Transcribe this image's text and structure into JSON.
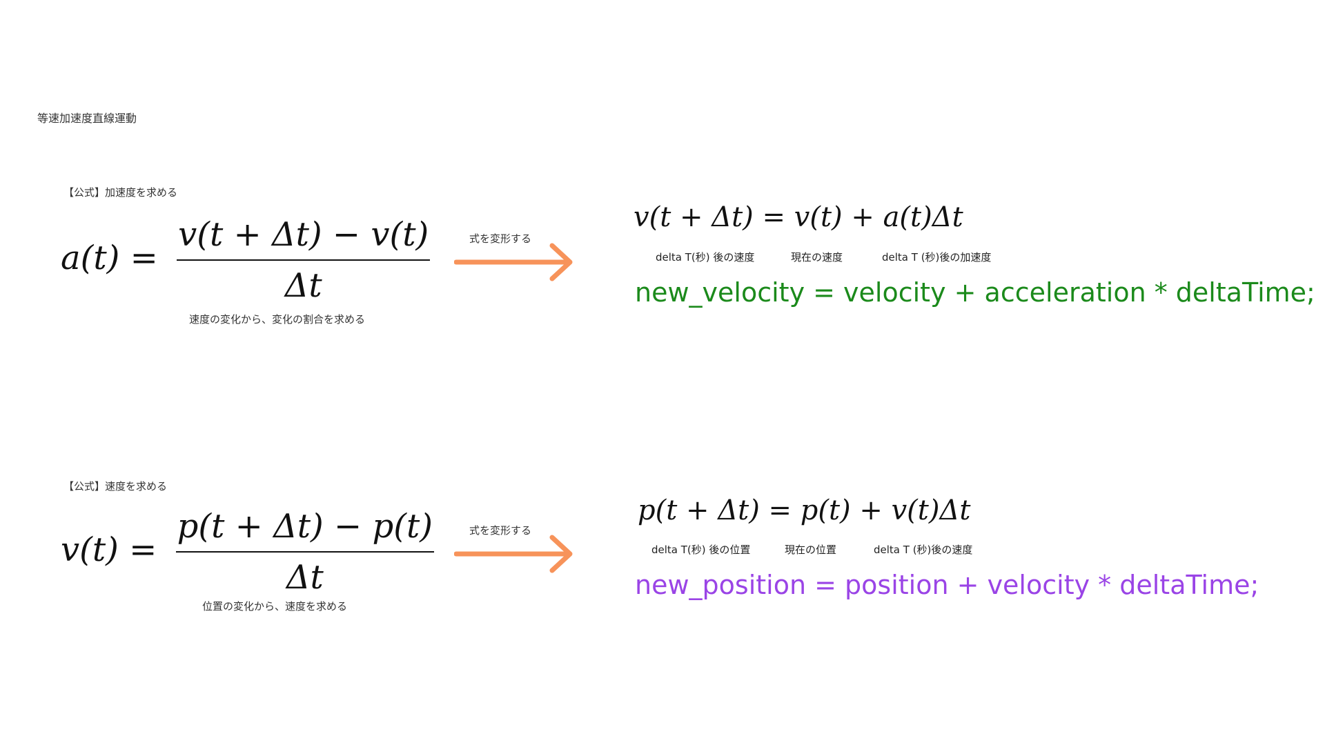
{
  "page": {
    "title": "等速加速度直線運動"
  },
  "colors": {
    "arrow": "#f7935a",
    "code_velocity": "#1b8a1b",
    "code_position": "#9a44e6"
  },
  "section1": {
    "title": "【公式】加速度を求める",
    "formula": {
      "lhs": "a(t) =",
      "numerator": "v(t + Δt) − v(t)",
      "denominator": "Δt"
    },
    "caption": "速度の変化から、変化の割合を求める",
    "arrow_label": "式を変形する",
    "transformed": "v(t + Δt) = v(t) + a(t)Δt",
    "sublabels": [
      "delta T(秒) 後の速度",
      "現在の速度",
      "delta T (秒)後の加速度"
    ],
    "code": "new_velocity = velocity + acceleration * deltaTime;"
  },
  "section2": {
    "title": "【公式】速度を求める",
    "formula": {
      "lhs": "v(t) =",
      "numerator": "p(t + Δt) − p(t)",
      "denominator": "Δt"
    },
    "caption": "位置の変化から、速度を求める",
    "arrow_label": "式を変形する",
    "transformed": "p(t + Δt) = p(t) + v(t)Δt",
    "sublabels": [
      "delta T(秒) 後の位置",
      "現在の位置",
      "delta T (秒)後の速度"
    ],
    "code": "new_position = position + velocity * deltaTime;"
  }
}
